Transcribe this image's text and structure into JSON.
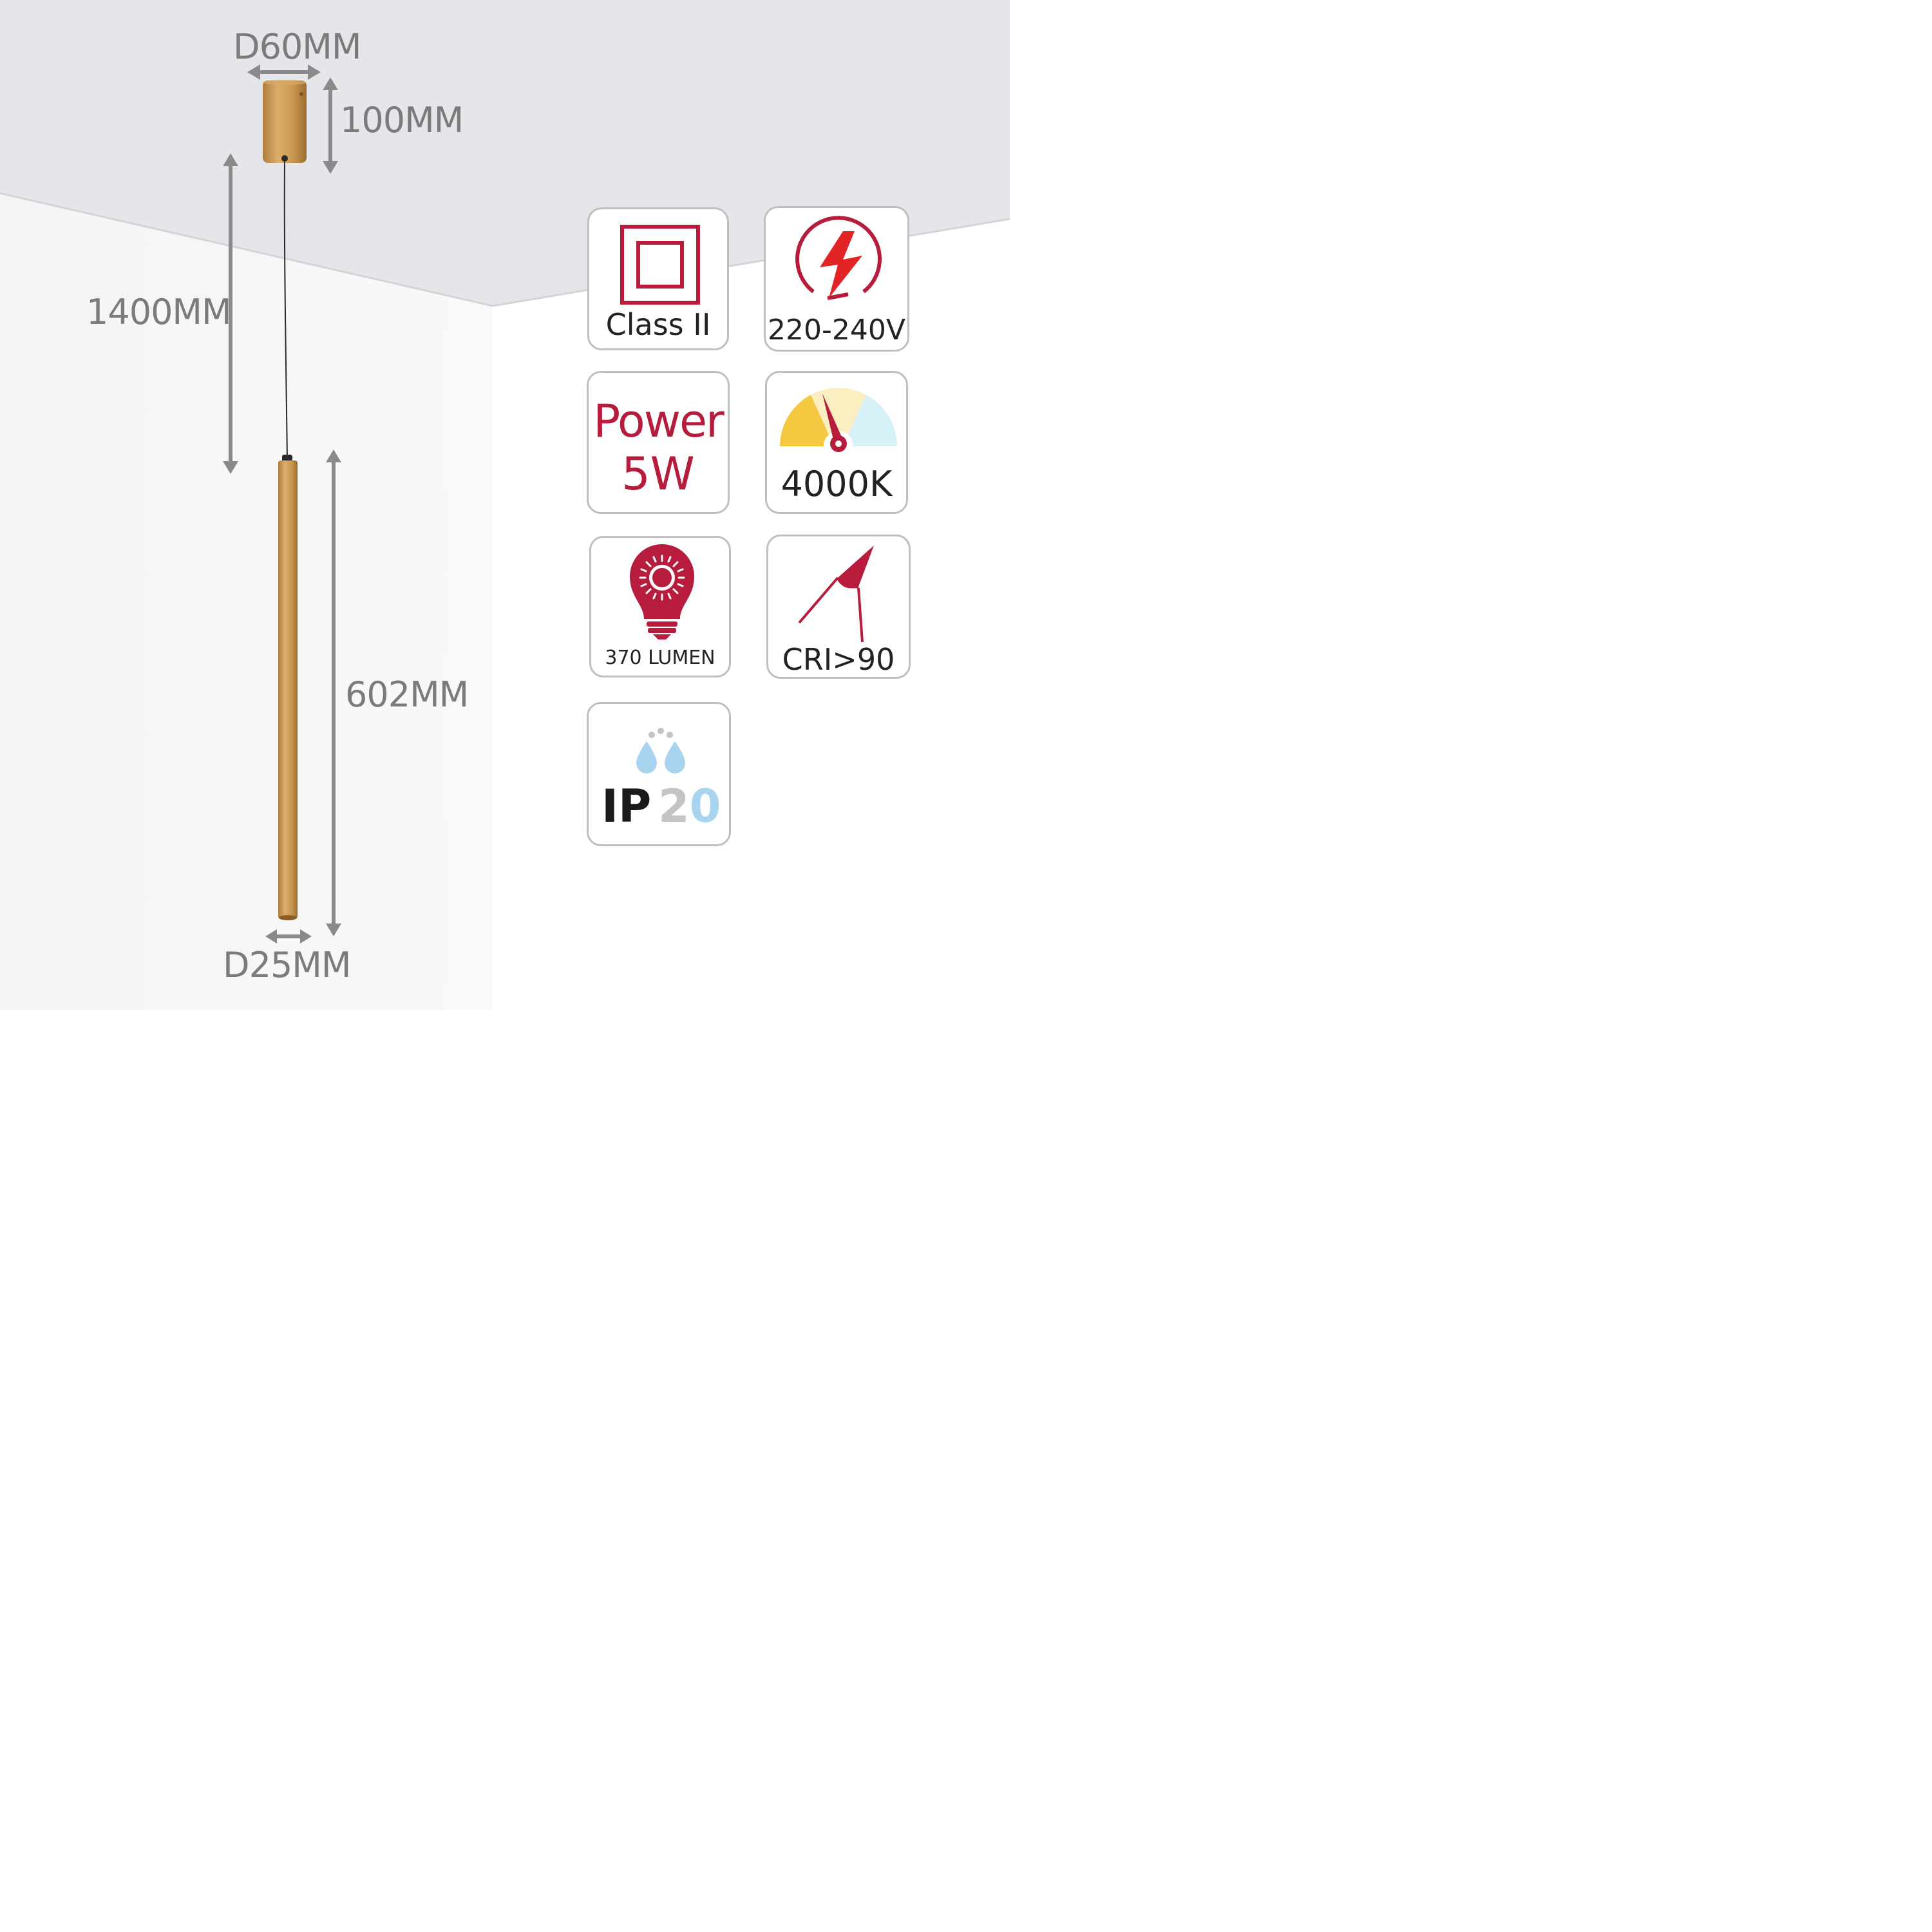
{
  "dimensions": {
    "canopy_diameter": "D60MM",
    "canopy_height": "100MM",
    "cable_length": "1400MM",
    "tube_length": "602MM",
    "tube_diameter": "D25MM"
  },
  "specs": {
    "class": {
      "label": "Class II",
      "icon": "double-square-icon"
    },
    "voltage": {
      "label": "220-240V",
      "icon": "lightning-circle-icon"
    },
    "power": {
      "line1": "Power",
      "line2": "5W"
    },
    "color_temp": {
      "label": "4000K",
      "icon": "color-temperature-gauge-icon"
    },
    "lumen": {
      "label": "370 LUMEN",
      "icon": "bulb-icon"
    },
    "cri": {
      "label": "CRI>90",
      "icon": "cri-icon"
    },
    "ip": {
      "ip": "IP",
      "number": "20",
      "icon": "water-drops-icon"
    }
  },
  "colors": {
    "accent_red": "#b71c3c",
    "ceiling": "#e4e6e9",
    "gold": "#c9974f",
    "dimension_gray": "#7b7b7b",
    "water_blue": "#a8d4f0"
  }
}
